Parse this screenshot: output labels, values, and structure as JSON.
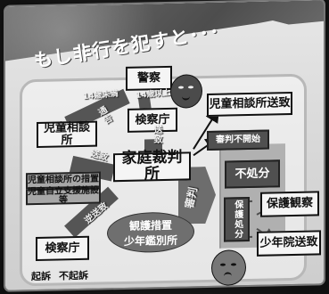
{
  "slide": {
    "title": "もし非行を犯すと･･･"
  },
  "labels": {
    "age_under_14": "14歳未満",
    "age_14_over": "14歳以上",
    "notify": "通告",
    "send": "送致",
    "reverse_send": "逆送致",
    "trial": "審判",
    "prosecution": "起訴",
    "non_prosecution": "不起訴"
  },
  "nodes": {
    "police": "警察",
    "child_guidance": "児童相談所",
    "prosecutor_upper": "検察庁",
    "family_court": "家庭裁判所",
    "child_guidance_measure": "児童相談所の措置",
    "child_support_facility": "児童自立支援施設等",
    "prosecutor_lower": "検察庁",
    "observation_line1": "観護措置",
    "observation_line2": "少年鑑別所",
    "child_guidance_send": "児童相談所送致",
    "no_trial": "審判不開始",
    "no_disposition": "不処分",
    "protective_disposition": "保護処分",
    "probation": "保護観察",
    "juvenile_training_school": "少年院送致"
  },
  "colors": {
    "title_band": "#555555",
    "box_fill": "#f5f5f5",
    "dark_fill": "#505050",
    "frame": "#b8b8b8"
  },
  "icons": {
    "top_character": "worried-face-character-icon",
    "bottom_character": "sad-face-character-icon"
  }
}
